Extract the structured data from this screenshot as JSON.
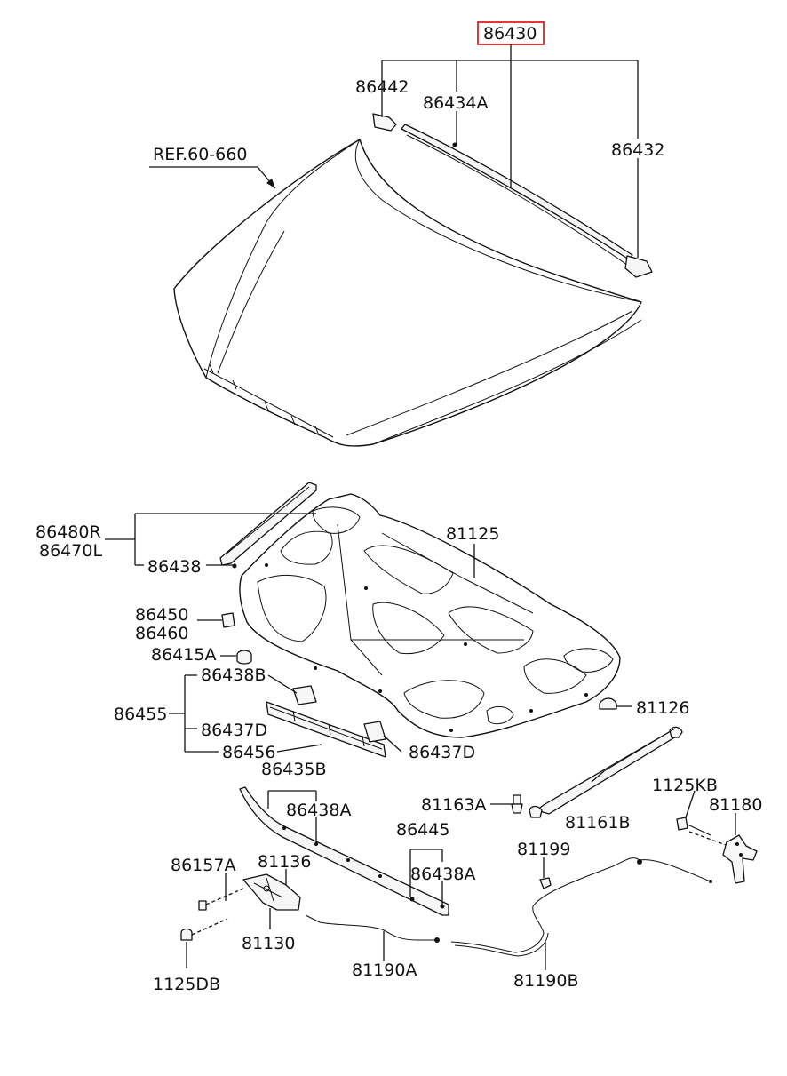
{
  "highlight_color": "#e02020",
  "highlight_label": "86430",
  "ref_label": "REF.60-660",
  "labels": {
    "p86442": "86442",
    "p86434A": "86434A",
    "p86432": "86432",
    "p86480R": "86480R",
    "p86470L": "86470L",
    "p86438": "86438",
    "p81125": "81125",
    "p86450": "86450",
    "p86460": "86460",
    "p86415A": "86415A",
    "p86438B": "86438B",
    "p86455": "86455",
    "p86437D_left": "86437D",
    "p86456": "86456",
    "p86437D_right": "86437D",
    "p81126": "81126",
    "p86435B": "86435B",
    "p86438A_top": "86438A",
    "p81163A": "81163A",
    "p81161B": "81161B",
    "p1125KB": "1125KB",
    "p81180": "81180",
    "p86445": "86445",
    "p86438A_bottom": "86438A",
    "p81199": "81199",
    "p86157A": "86157A",
    "p81136": "81136",
    "p81130": "81130",
    "p81190A": "81190A",
    "p81190B": "81190B",
    "p1125DB": "1125DB"
  }
}
